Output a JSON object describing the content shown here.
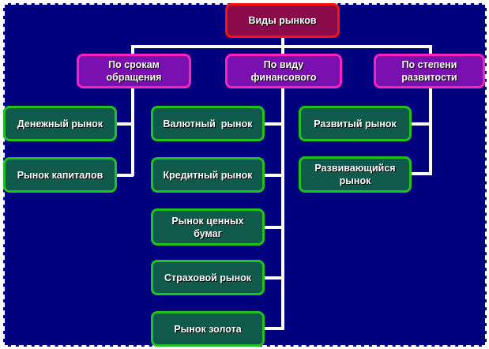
{
  "diagram": {
    "root": {
      "label": "Виды рынков"
    },
    "categories": [
      {
        "label": "По срокам обращения",
        "children": [
          "Денежный рынок",
          "Рынок капиталов"
        ]
      },
      {
        "label": "По виду финансового",
        "children": [
          "Валютный  рынок",
          "Кредитный рынок",
          "Рынок ценных бумаг",
          "Страховой рынок",
          "Рынок золота"
        ]
      },
      {
        "label": "По степени развитости",
        "children": [
          "Развитый рынок",
          "Развивающийся рынок"
        ]
      }
    ],
    "colors": {
      "background": "#00007f",
      "root_fill": "#8a0a4a",
      "root_border": "#ff1010",
      "category_fill": "#7a10b0",
      "category_border": "#ff20c0",
      "leaf_fill": "#0f5a4a",
      "leaf_border": "#20c020",
      "connector": "#ffffff"
    }
  }
}
